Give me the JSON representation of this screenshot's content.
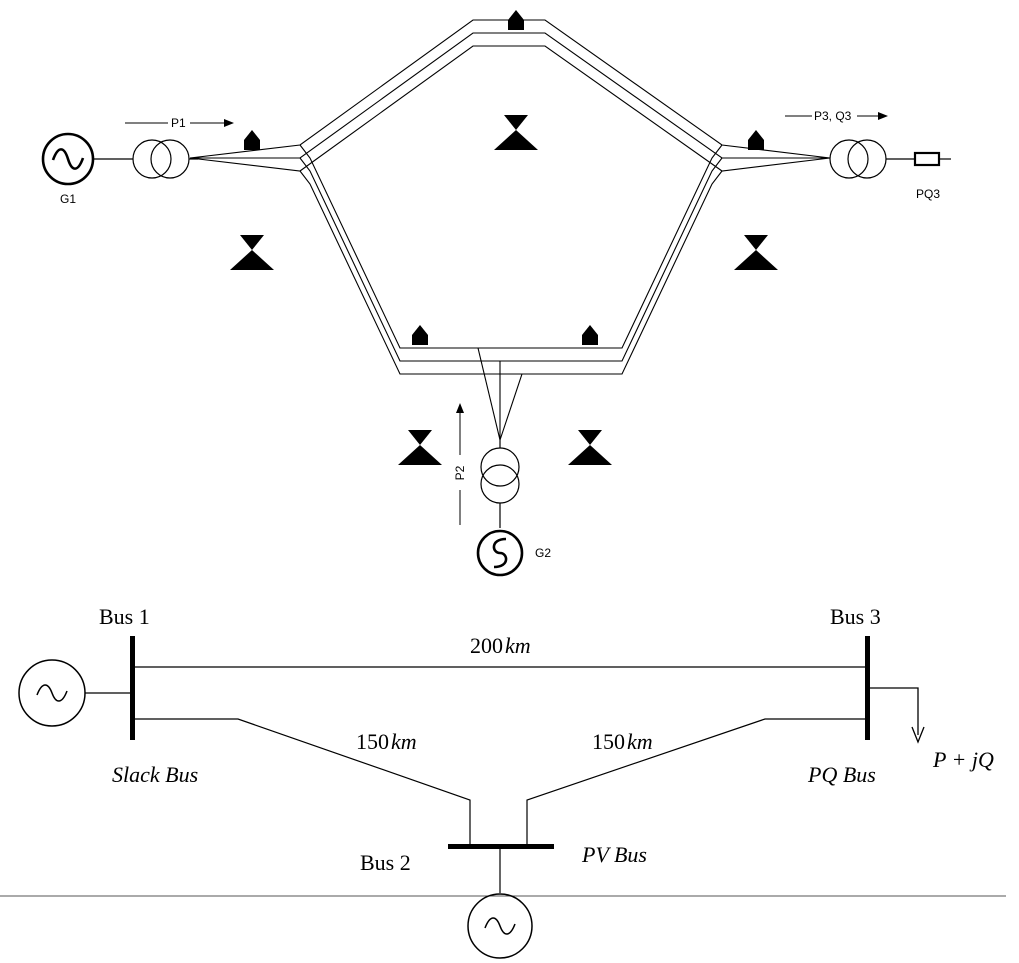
{
  "top_diagram": {
    "generator_1": "G1",
    "generator_2": "G2",
    "load": "PQ3",
    "flow_1": "P1",
    "flow_2": "P2",
    "flow_3": "P3, Q3"
  },
  "bottom_diagram": {
    "bus_1": "Bus 1",
    "bus_2": "Bus 2",
    "bus_3": "Bus 3",
    "line_1_3_length": "200",
    "line_1_2_length": "150",
    "line_2_3_length": "150",
    "length_unit": "km",
    "slack_bus": "Slack Bus",
    "pv_bus": "PV Bus",
    "pq_bus": "PQ Bus",
    "load_label": "P + jQ"
  },
  "colors": {
    "tower": "#1f6fc4",
    "line": "#000000"
  }
}
